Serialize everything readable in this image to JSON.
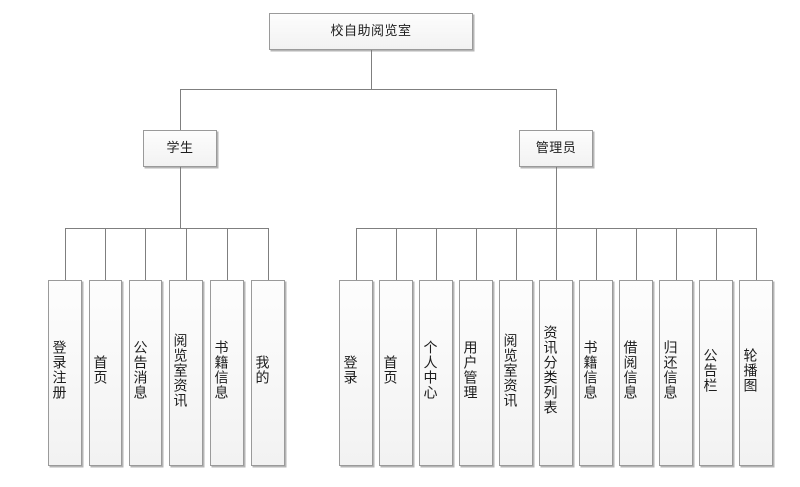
{
  "diagram": {
    "type": "tree",
    "title": "校自助阅览室",
    "root": {
      "label": "校自助阅览室"
    },
    "branches": [
      {
        "id": "student",
        "label": "学生",
        "children": [
          {
            "label": "登录注册"
          },
          {
            "label": "首页"
          },
          {
            "label": "公告消息"
          },
          {
            "label": "阅览室资讯"
          },
          {
            "label": "书籍信息"
          },
          {
            "label": "我的"
          }
        ]
      },
      {
        "id": "admin",
        "label": "管理员",
        "children": [
          {
            "label": "登录"
          },
          {
            "label": "首页"
          },
          {
            "label": "个人中心"
          },
          {
            "label": "用户管理"
          },
          {
            "label": "阅览室资讯"
          },
          {
            "label": "资讯分类列表"
          },
          {
            "label": "书籍信息"
          },
          {
            "label": "借阅信息"
          },
          {
            "label": "归还信息"
          },
          {
            "label": "公告栏"
          },
          {
            "label": "轮播图"
          }
        ]
      }
    ],
    "colors": {
      "node_border": "#9a9a9a",
      "node_fill_top": "#fdfdfd",
      "node_fill_bottom": "#f2f2f2",
      "connector": "#7f7f7f",
      "text": "#1d1d1d",
      "background": "#ffffff"
    }
  }
}
